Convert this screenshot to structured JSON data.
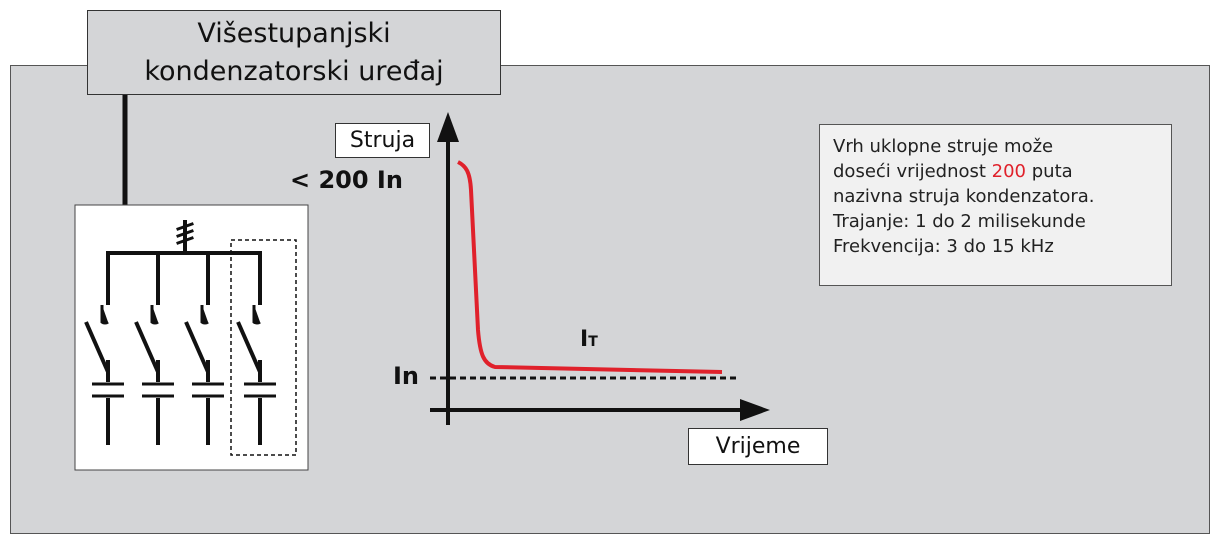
{
  "title": {
    "line1": "Višestupanjski",
    "line2": "kondenzatorski uređaj"
  },
  "graph": {
    "y_label": "Struja",
    "x_label": "Vrijeme",
    "peak_label": "< 200 In",
    "nominal_label": "In",
    "curve_label_main": "I",
    "curve_label_sub": "T",
    "curve_color": "#e0212b"
  },
  "info": {
    "line1": "Vrh uklopne struje može",
    "line2_pre": "doseći vrijednost ",
    "line2_highlight": "200",
    "line2_post": " puta",
    "line3": "nazivna struja kondenzatora.",
    "line4": "Trajanje: 1 do 2 milisekunde",
    "line5": "Frekvencija: 3 do 15 kHz",
    "highlight_color": "#e0212b"
  },
  "colors": {
    "panel": "#d4d5d7",
    "info_bg": "#f1f1f1"
  }
}
